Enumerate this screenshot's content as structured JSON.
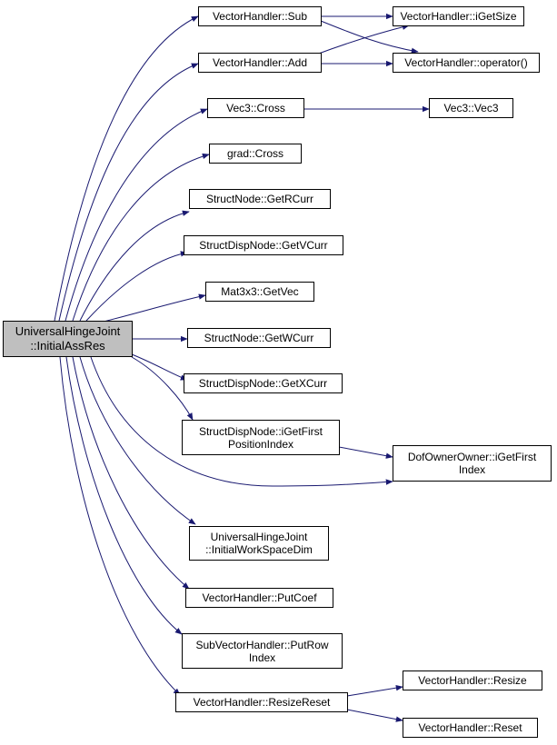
{
  "root": {
    "line1": "UniversalHingeJoint",
    "line2": "::InitialAssRes"
  },
  "nodes": {
    "vh_sub": "VectorHandler::Sub",
    "vh_add": "VectorHandler::Add",
    "vh_igetsize": "VectorHandler::iGetSize",
    "vh_operator": "VectorHandler::operator()",
    "vec3_cross": "Vec3::Cross",
    "vec3_vec3": "Vec3::Vec3",
    "grad_cross": "grad::Cross",
    "sn_getrcurr": "StructNode::GetRCurr",
    "sdn_getvcurr": "StructDispNode::GetVCurr",
    "mat3x3_getvec": "Mat3x3::GetVec",
    "sn_getwcurr": "StructNode::GetWCurr",
    "sdn_getxcurr": "StructDispNode::GetXCurr",
    "sdn_igetfirst": {
      "line1": "StructDispNode::iGetFirst",
      "line2": "PositionIndex"
    },
    "doo_igetfirst": {
      "line1": "DofOwnerOwner::iGetFirst",
      "line2": "Index"
    },
    "uhj_initialworkspacedim": {
      "line1": "UniversalHingeJoint",
      "line2": "::InitialWorkSpaceDim"
    },
    "vh_putcoef": "VectorHandler::PutCoef",
    "svh_putrow": {
      "line1": "SubVectorHandler::PutRow",
      "line2": "Index"
    },
    "vh_resizereset": "VectorHandler::ResizeReset",
    "vh_resize": "VectorHandler::Resize",
    "vh_reset": "VectorHandler::Reset"
  },
  "colors": {
    "edge": "#191970",
    "root_fill": "#bfbfbf",
    "node_border": "#000000"
  }
}
